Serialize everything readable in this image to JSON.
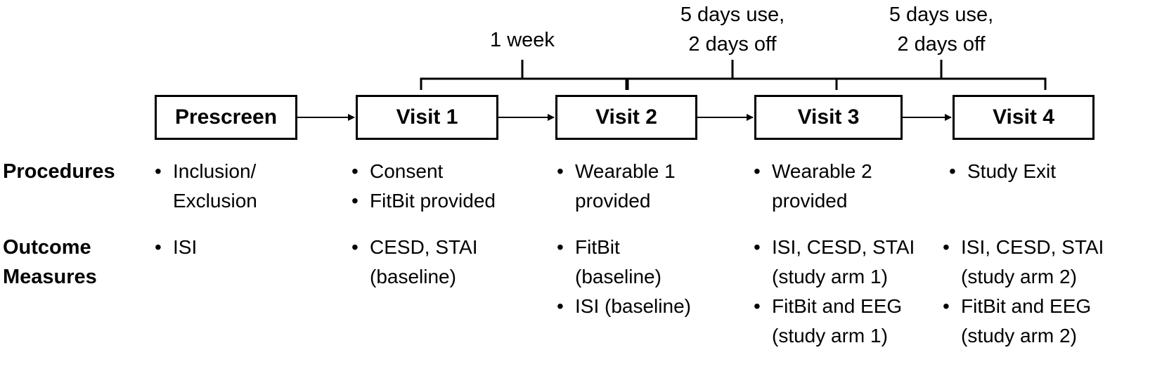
{
  "stages": [
    "Prescreen",
    "Visit 1",
    "Visit 2",
    "Visit 3",
    "Visit 4"
  ],
  "periods": [
    {
      "lines": [
        "1 week"
      ]
    },
    {
      "lines": [
        "5 days use,",
        "2 days off"
      ]
    },
    {
      "lines": [
        "5 days use,",
        "2 days off"
      ]
    }
  ],
  "rows": {
    "procedures": {
      "label_lines": [
        "Procedures"
      ],
      "cells": [
        [
          [
            "Inclusion/",
            "Exclusion"
          ]
        ],
        [
          [
            "Consent"
          ],
          [
            "FitBit provided"
          ]
        ],
        [
          [
            "Wearable 1",
            "provided"
          ]
        ],
        [
          [
            "Wearable 2",
            "provided"
          ]
        ],
        [
          [
            "Study Exit"
          ]
        ]
      ]
    },
    "outcome_measures": {
      "label_lines": [
        "Outcome",
        "Measures"
      ],
      "cells": [
        [
          [
            "ISI"
          ]
        ],
        [
          [
            "CESD, STAI",
            "(baseline)"
          ]
        ],
        [
          [
            "FitBit",
            "(baseline)"
          ],
          [
            "ISI (baseline)"
          ]
        ],
        [
          [
            "ISI, CESD, STAI",
            "(study arm 1)"
          ],
          [
            "FitBit and EEG",
            "(study arm 1)"
          ]
        ],
        [
          [
            "ISI, CESD, STAI",
            "(study arm 2)"
          ],
          [
            "FitBit and EEG",
            "(study arm 2)"
          ]
        ]
      ]
    }
  }
}
